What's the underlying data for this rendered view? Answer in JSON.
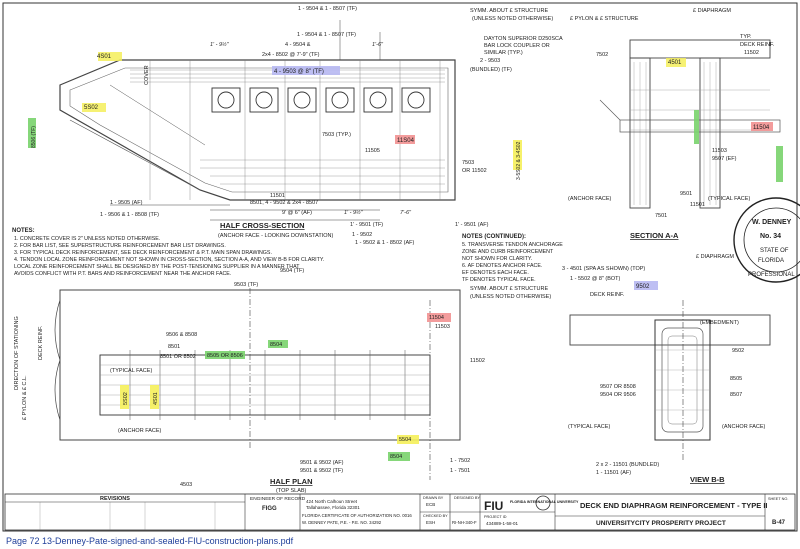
{
  "document": {
    "caption": "Page 72  13-Denney-Pate-signed-and-sealed-FIU-construction-plans.pdf",
    "title_block": {
      "sheet_title": "DECK END DIAPHRAGM REINFORCEMENT - TYPE II",
      "project_name": "UNIVERSITYCITY PROSPERITY PROJECT",
      "sheet_no": "B-47",
      "university": "FLORIDA INTERNATIONAL UNIVERSITY",
      "fiu_logo": "FIU",
      "revisions_label": "REVISIONS",
      "engineer_label": "ENGINEER OF RECORD",
      "engineer_firm": "FIGG",
      "engineer_address": "424 North Calhoun Street",
      "engineer_city": "Tallahassee, Florida 32301",
      "engineer_cert": "FLORIDA CERTIFICATE OF AUTHORIZATION NO. 0016",
      "engineer_name": "W. DENNEY PATE, P.E. - P.E. NO. 34292",
      "contract_no": "434889-1-58-01",
      "fed_no": "RI-NH-340-F",
      "drawn_by_label": "DRAWN BY",
      "checked_by_label": "CHECKED BY",
      "designed_by_label": "DESIGNED BY",
      "project_id_label": "PROJECT ID",
      "drawn_by": "ECB",
      "checked_by": "ESH",
      "sheet_label": "SHEET NO."
    },
    "views": {
      "half_cross_section": "HALF CROSS-SECTION",
      "half_cross_section_note": "(ANCHOR FACE - LOOKING DOWNSTATION)",
      "half_plan": "HALF PLAN",
      "half_plan_note": "(TOP SLAB)",
      "section_aa": "SECTION A-A",
      "view_bb": "VIEW B-B"
    },
    "notes_title": "NOTES:",
    "notes": [
      "1. CONCRETE COVER IS 2\" UNLESS NOTED OTHERWISE.",
      "2. FOR BAR LIST, SEE SUPERSTRUCTURE REINFORCEMENT BAR LIST DRAWINGS.",
      "3. FOR TYPICAL DECK REINFORCEMENT, SEE DECK REINFORCEMENT & P.T. MAIN SPAN DRAWINGS.",
      "4. TENDON LOCAL ZONE REINFORCEMENT NOT SHOWN IN CROSS-SECTION, SECTION A-A, AND VIEW B-B FOR CLARITY.",
      "   LOCAL ZONE REINFORCEMENT SHALL BE DESIGNED BY THE POST-TENSIONING SUPPLIER IN A MANNER THAT",
      "   AVOIDS CONFLICT WITH P.T. BARS AND REINFORCEMENT NEAR THE ANCHOR FACE."
    ],
    "notes_cont_title": "NOTES (CONTINUED):",
    "notes_cont": [
      "5. TRANSVERSE TENDON ANCHORAGE",
      "   ZONE AND CURB REINFORCEMENT",
      "   NOT SHOWN FOR CLARITY.",
      "6. AF DENOTES ANCHOR FACE.",
      "   EF DENOTES EACH FACE.",
      "   TF DENOTES TYPICAL FACE."
    ],
    "labels": {
      "symm_structure": "SYMM. ABOUT £ STRUCTURE",
      "unless_noted": "(UNLESS NOTED OTHERWISE)",
      "pylon_structure": "£ PYLON & £ STRUCTURE",
      "diaphragm_cl": "£ DIAPHRAGM",
      "deck_reinf": "DECK REINF.",
      "typ": "TYP.",
      "cover": "COVER",
      "dayton": "DAYTON SUPERIOR D250SCA",
      "dayton2": "BAR LOCK COUPLER OR",
      "dayton3": "SIMILAR (TYP.)",
      "anchor_face": "(ANCHOR FACE)",
      "typical_face": "(TYPICAL FACE)",
      "embedment": "(EMBEDMENT)",
      "direction_stationing": "DIRECTION OF STATIONING",
      "pylon_cl": "£ PYLON & £ C.L."
    },
    "bar_marks": {
      "hl_4s01": "4S01",
      "hl_5s02": "5S02",
      "hl_9503": "4 - 9503 @ 8\" (TF)",
      "hl_11s04": "11S04",
      "hl_8506": "8506 (TF)",
      "hl_3s02": "3-5S02 & 3-4S02",
      "hl_4501b": "4501",
      "hl_9502": "9502",
      "hl_11504": "11504",
      "hl_8505": "8505 OR 8506",
      "hl_8504": "8504",
      "hl_5s02b": "5S02",
      "hl_4s01b": "4S01",
      "hl_5504": "5504",
      "hl_8504b": "8504"
    },
    "dims": [
      "1 - 9504 & 1 - 8507 (TF)",
      "1 - 9504 & 1 - 8507 (TF)",
      "4 - 9504 &",
      "2x4 - 8502 @ 7'-9\" (TF)",
      "1' - 9½\"",
      "1'-6\"",
      "2 - 9503",
      "(BUNDLED) (TF)",
      "7503 (TYP.)",
      "11505",
      "7503",
      "OR 11502",
      "11501",
      "1 - 9505 (AF)",
      "1 - 9506 & 1 - 8508 (TF)",
      "8501, 4 - 9502 & 2x4 - 8507",
      "9' @ 6\" (AF)",
      "1' - 9½\"",
      "7'-6\"",
      "1' - 9501 (TF)",
      "1' - 9501 (AF)",
      "1 - 9502",
      "1 - 9502 & 1 - 8502 (AF)",
      "9504 (TF)",
      "9503 (TF)",
      "9506 & 8508",
      "8501",
      "8501 OR 8502",
      "9501 & 9502 (AF)",
      "9501 & 9502 (TF)",
      "4503",
      "3 - 4501 (SPA AS SHOWN) (TOP)",
      "1 - 5502 @ 8\" (BOT)",
      "2 x 2 - 11501 (BUNDLED)",
      "1 - 11501 (AF)",
      "7502",
      "11502",
      "11503",
      "9507 (EF)",
      "9501",
      "11501",
      "7501",
      "9502",
      "9507",
      "9507 OR 8508",
      "9504 OR 9506",
      "8505",
      "8507",
      "9503 (TF)",
      "11503",
      "11502",
      "1 - 7502",
      "1 - 7501"
    ],
    "seal": {
      "line1": "W. DENNEY",
      "line2": "No. 34",
      "line3": "STATE OF",
      "line4": "FLORIDA",
      "line5": "PROFESSIONAL"
    }
  }
}
